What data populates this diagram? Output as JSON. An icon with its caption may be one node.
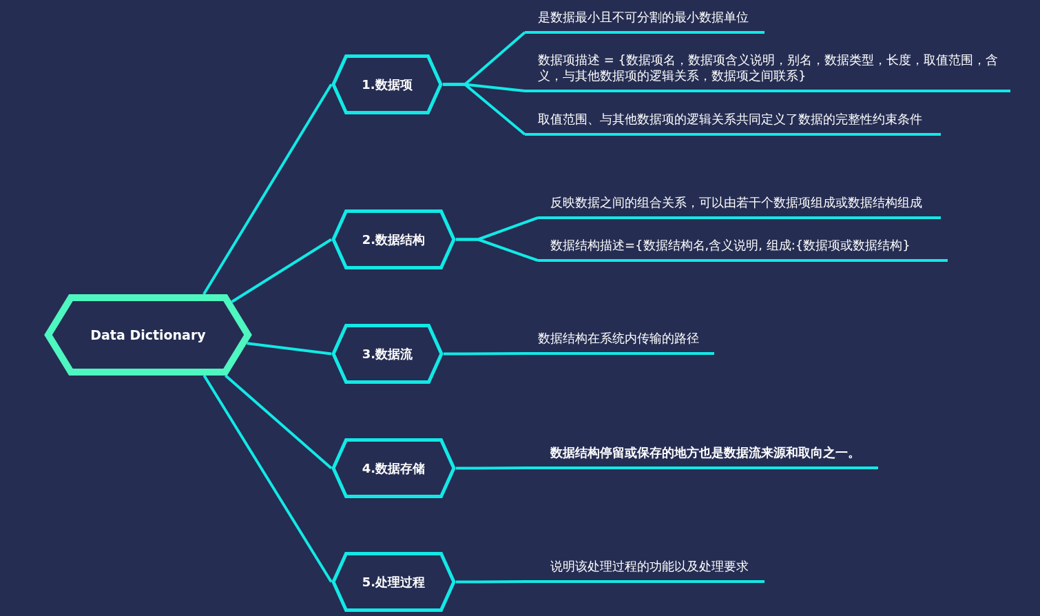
{
  "diagram": {
    "nodes": [
      {
        "text": [
          "Data Dictionary"
        ]
      },
      {
        "text": [
          "1.数据项"
        ]
      },
      {
        "text": [
          "是数据最小且不可分割的最小数据单位"
        ]
      },
      {
        "text": [
          "数据项描述 = {数据项名，数据项含义说明，别名，数据类型，长度，取值范围，含义，与其他数据项的逻辑关系，数据项之间联系}"
        ]
      },
      {
        "text": [
          "取值范围、与其他数据项的逻辑关系共同定义了数据的完整性约束条件"
        ]
      },
      {
        "text": [
          "2.数据结构"
        ]
      },
      {
        "text": [
          "反映数据之间的组合关系，可以由若干个数据项组成或数据结构组成"
        ]
      },
      {
        "text": [
          "数据结构描述={数据结构名,含义说明, 组成:{数据项或数据结构}"
        ]
      },
      {
        "text": [
          "3.数据流"
        ]
      },
      {
        "text": [
          "数据结构在系统内传输的路径"
        ]
      },
      {
        "text": [
          "4.数据存储"
        ]
      },
      {
        "text": [
          "数据结构停留或保存的地方也是数据流来源和取向之一。"
        ]
      },
      {
        "text": [
          "5.处理过程"
        ]
      },
      {
        "text": [
          "说明该处理过程的功能以及处理要求"
        ]
      }
    ],
    "edges": [
      {
        "from": 0,
        "to": 1,
        "arrow": "none"
      },
      {
        "from": 0,
        "to": 5,
        "arrow": "none"
      },
      {
        "from": 0,
        "to": 8,
        "arrow": "none"
      },
      {
        "from": 0,
        "to": 10,
        "arrow": "none"
      },
      {
        "from": 0,
        "to": 12,
        "arrow": "none"
      },
      {
        "from": 1,
        "to": 2,
        "arrow": "none"
      },
      {
        "from": 1,
        "to": 3,
        "arrow": "none"
      },
      {
        "from": 1,
        "to": 4,
        "arrow": "none"
      },
      {
        "from": 5,
        "to": 6,
        "arrow": "none"
      },
      {
        "from": 5,
        "to": 7,
        "arrow": "none"
      },
      {
        "from": 8,
        "to": 9,
        "arrow": "none"
      },
      {
        "from": 10,
        "to": 11,
        "arrow": "none"
      },
      {
        "from": 12,
        "to": 13,
        "arrow": "none"
      }
    ]
  }
}
